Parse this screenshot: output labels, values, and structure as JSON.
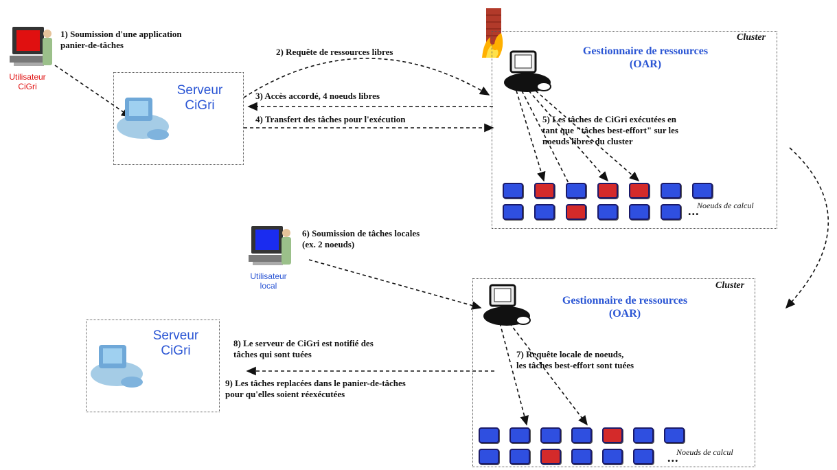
{
  "colors": {
    "blue_node": "#2f4fe0",
    "red_node": "#d42a2a",
    "title_blue": "#2a55d4",
    "user_red": "#e01010"
  },
  "users": {
    "cigri": {
      "label": "Utilisateur\nCiGri",
      "color": "#e01010",
      "screen": "red-screen-computer-icon"
    },
    "local": {
      "label": "Utilisateur\nlocal",
      "color": "#2a55d4",
      "screen": "blue-screen-computer-icon"
    }
  },
  "servers": {
    "top": {
      "title": "Serveur\nCiGri"
    },
    "bottom": {
      "title": "Serveur\nCiGri"
    }
  },
  "clusters": {
    "top": {
      "tag": "Cluster",
      "manager": "Gestionnaire de ressources\n(OAR)",
      "nodes_caption": "Noeuds de calcul",
      "row1": [
        "blue",
        "red",
        "blue",
        "red",
        "red",
        "blue",
        "blue"
      ],
      "row2": [
        "blue",
        "blue",
        "red",
        "blue",
        "blue",
        "blue"
      ]
    },
    "bottom": {
      "tag": "Cluster",
      "manager": "Gestionnaire de ressources\n(OAR)",
      "nodes_caption": "Noeuds de calcul",
      "row1": [
        "blue",
        "blue",
        "blue",
        "blue",
        "red",
        "blue",
        "blue"
      ],
      "row2": [
        "blue",
        "blue",
        "red",
        "blue",
        "blue",
        "blue"
      ]
    }
  },
  "steps": {
    "s1": "1) Soumission d'une application\npanier-de-tâches",
    "s2": "2) Requête de ressources libres",
    "s3": "3) Accès accordé, 4 noeuds libres",
    "s4": "4) Transfert des tâches pour l'exécution",
    "s5": "5) Les tâches de CiGri exécutées en\ntant que \"tâches best-effort\" sur les\nnoeuds libres du cluster",
    "s6": "6) Soumission de tâches locales\n(ex. 2 noeuds)",
    "s7": "7) Requête locale de noeuds,\nles tâches best-effort sont tuées",
    "s8": "8) Le serveur de CiGri est notifié des\ntâches qui sont tuées",
    "s9": "9) Les tâches replacées dans le panier-de-tâches\npour qu'elles soient réexécutées"
  },
  "ellipsis": "..."
}
